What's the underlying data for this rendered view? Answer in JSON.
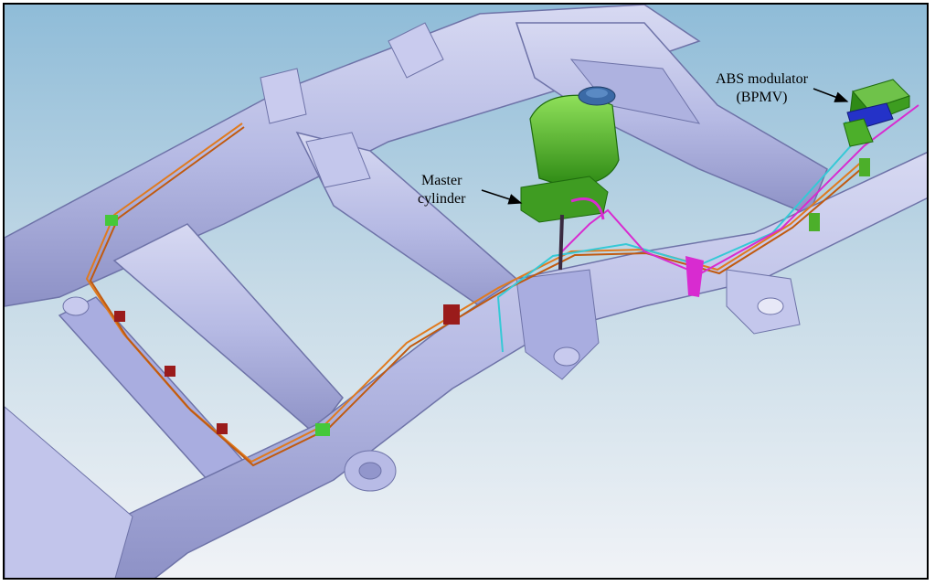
{
  "labels": {
    "master_cylinder": {
      "line1": "Master",
      "line2": "cylinder"
    },
    "abs_modulator": {
      "line1": "ABS modulator",
      "line2": "(BPMV)"
    }
  },
  "colors": {
    "frame": "#b9bde6",
    "frame_shadow": "#7f84b8",
    "component_green": "#4caf2a",
    "brake_line_orange": "#e07a1e",
    "brake_line_cyan": "#35c9d6",
    "brake_line_magenta": "#d82bd0",
    "abs_blue": "#2432c8",
    "clip_red": "#9a1b1b"
  }
}
